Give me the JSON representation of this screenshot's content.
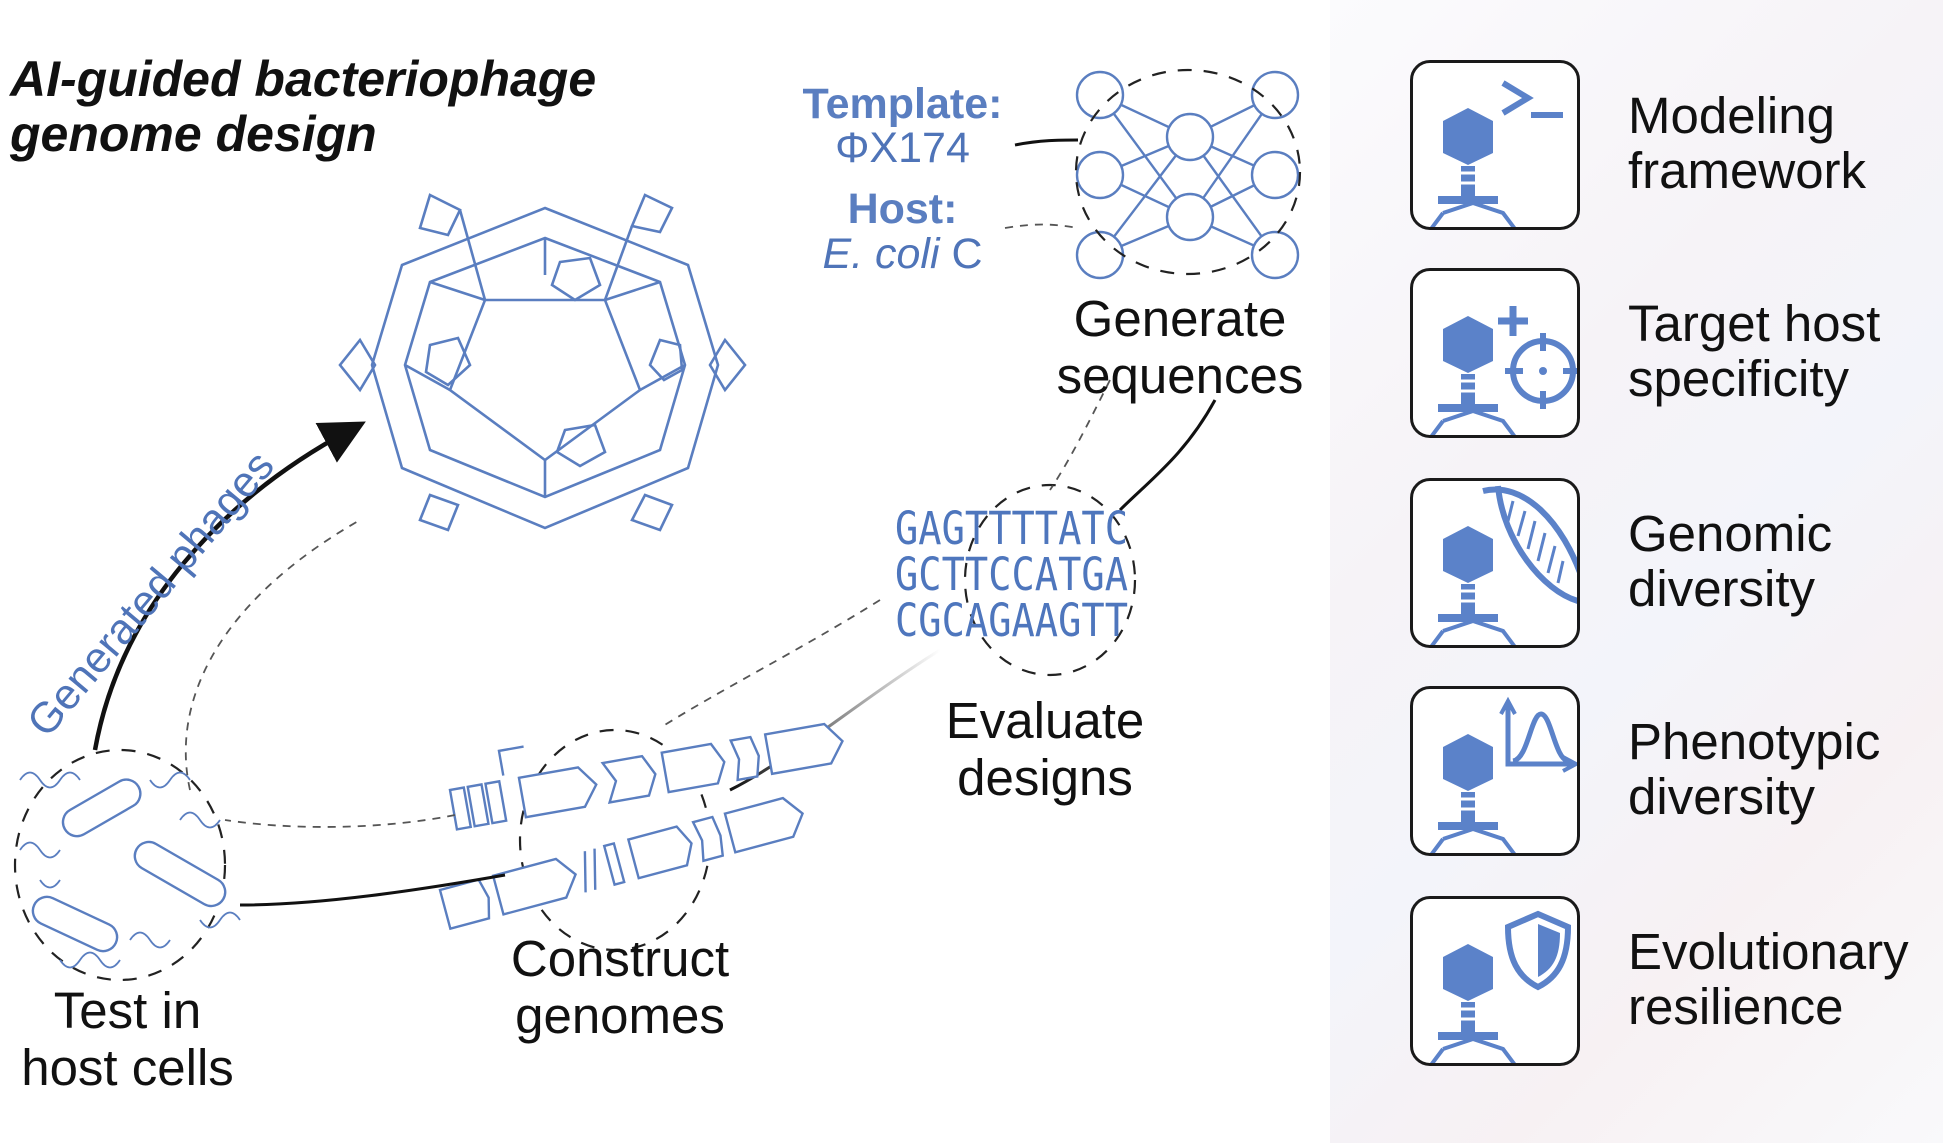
{
  "title": {
    "line1": "AI-guided bacteriophage",
    "line2": "genome design"
  },
  "inputs": {
    "template_label": "Template:",
    "template_value": "ΦX174",
    "host_label": "Host:",
    "host_value_italic": "E. coli",
    "host_value_suffix": " C"
  },
  "steps": {
    "generate": [
      "Generate",
      "sequences"
    ],
    "evaluate": [
      "Evaluate",
      "designs"
    ],
    "construct": [
      "Construct",
      "genomes"
    ],
    "test": [
      "Test in",
      "host cells"
    ]
  },
  "sequences": [
    "GAGTTTTATC",
    "GCTTCCATGA",
    "CGCAGAAGTT"
  ],
  "arc_label": "Generated phages",
  "features": [
    {
      "line1": "Modeling",
      "line2": "framework",
      "icon": "terminal-icon"
    },
    {
      "line1": "Target host",
      "line2": "specificity",
      "icon": "crosshair-plus-icon"
    },
    {
      "line1": "Genomic",
      "line2": "diversity",
      "icon": "dna-helix-icon"
    },
    {
      "line1": "Phenotypic",
      "line2": "diversity",
      "icon": "distribution-chart-icon"
    },
    {
      "line1": "Evolutionary",
      "line2": "resilience",
      "icon": "shield-icon"
    }
  ],
  "colors": {
    "accent_blue": "#4f74b8",
    "icon_blue": "#5b82c9",
    "text": "#111111"
  }
}
